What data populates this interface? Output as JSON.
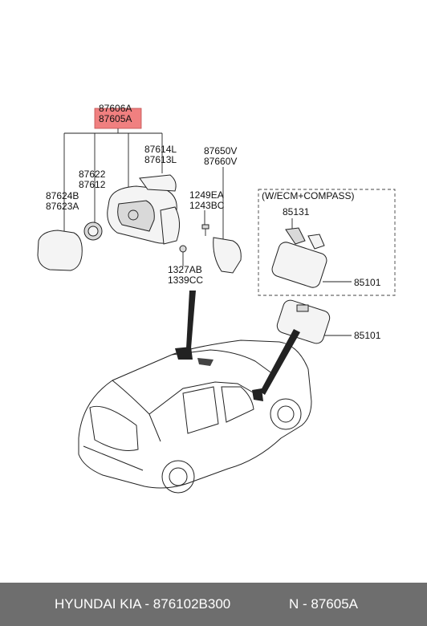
{
  "diagram": {
    "group_label": "(W/ECM+COMPASS)",
    "highlight_color": "#f08080",
    "labels": {
      "l_87606a": "87606A",
      "l_87605a": "87605A",
      "l_87614l": "87614L",
      "l_87613l": "87613L",
      "l_87650v": "87650V",
      "l_87660v": "87660V",
      "l_87622": "87622",
      "l_87612": "87612",
      "l_87624b": "87624B",
      "l_87623a": "87623A",
      "l_1249ea": "1249EA",
      "l_1243bc": "1243BC",
      "l_85131": "85131",
      "l_1327ab": "1327AB",
      "l_1339cc": "1339CC",
      "l_85101a": "85101",
      "l_85101b": "85101"
    }
  },
  "footer": {
    "left_text": "HYUNDAI  KIA - 876102B300",
    "right_text": "N - 87605A",
    "background": "#6e6e6e"
  }
}
